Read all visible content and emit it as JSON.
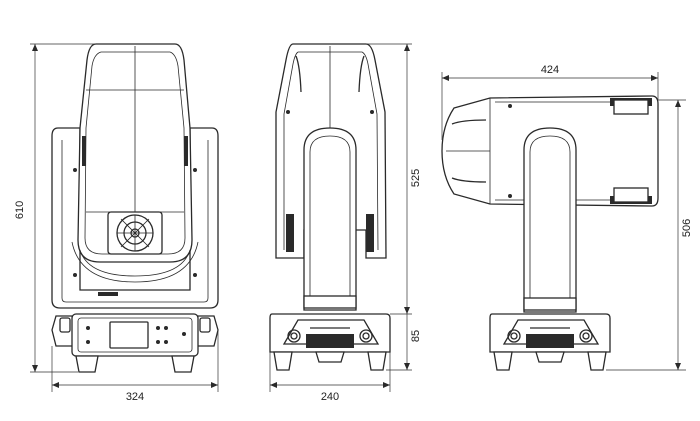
{
  "front_view": {
    "height_label": "610",
    "width_label": "324"
  },
  "side_view": {
    "height_label": "525",
    "base_height_label": "85",
    "width_label": "240"
  },
  "rear_view": {
    "length_label": "424",
    "height_label": "506"
  },
  "colors": {
    "line": "#2a2a2a",
    "background": "#ffffff"
  }
}
